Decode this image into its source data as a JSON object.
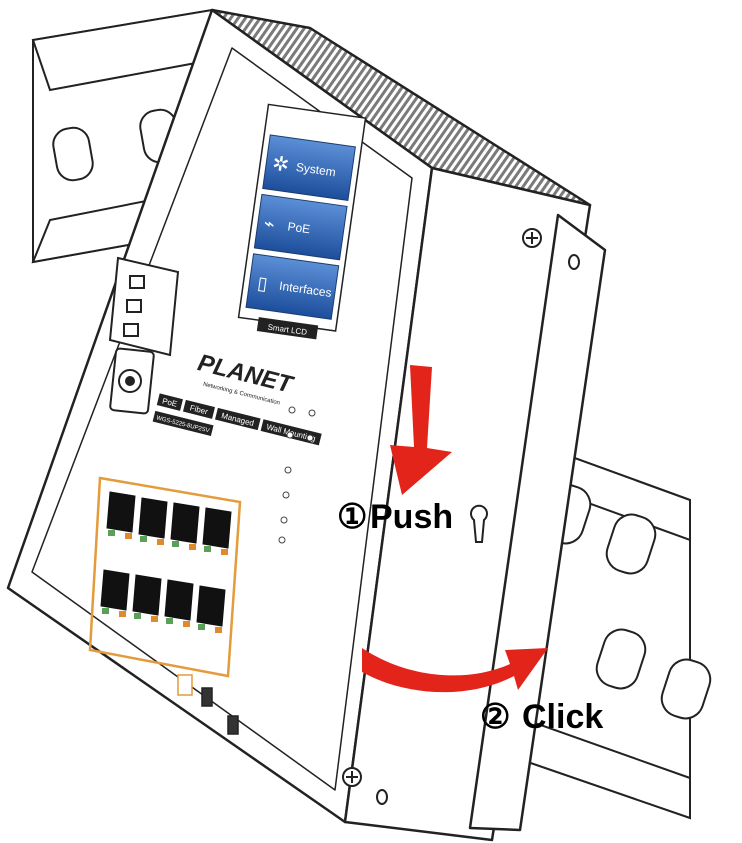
{
  "screen": {
    "menu_items": [
      {
        "label": "System",
        "icon": "gear-icon"
      },
      {
        "label": "PoE",
        "icon": "poe-icon"
      },
      {
        "label": "Interfaces",
        "icon": "interface-icon"
      }
    ],
    "tab_label": "Smart LCD",
    "color_top": "#5b8fd6",
    "color_bottom": "#1d4e9c"
  },
  "brand": {
    "logo_text": "PLANET",
    "tagline": "Networking & Communication",
    "feature_badges": [
      "PoE",
      "Fiber",
      "Managed",
      "Wall Mounting"
    ],
    "model": "WGS-5225-8UP2SV"
  },
  "steps": [
    {
      "number": "①",
      "label": "Push"
    },
    {
      "number": "②",
      "label": "Click"
    }
  ],
  "colors": {
    "arrow_red": "#e3241b",
    "port_frame": "#e39b3c",
    "port_led_green": "#5aa05a",
    "port_led_amber": "#e08a2c"
  }
}
